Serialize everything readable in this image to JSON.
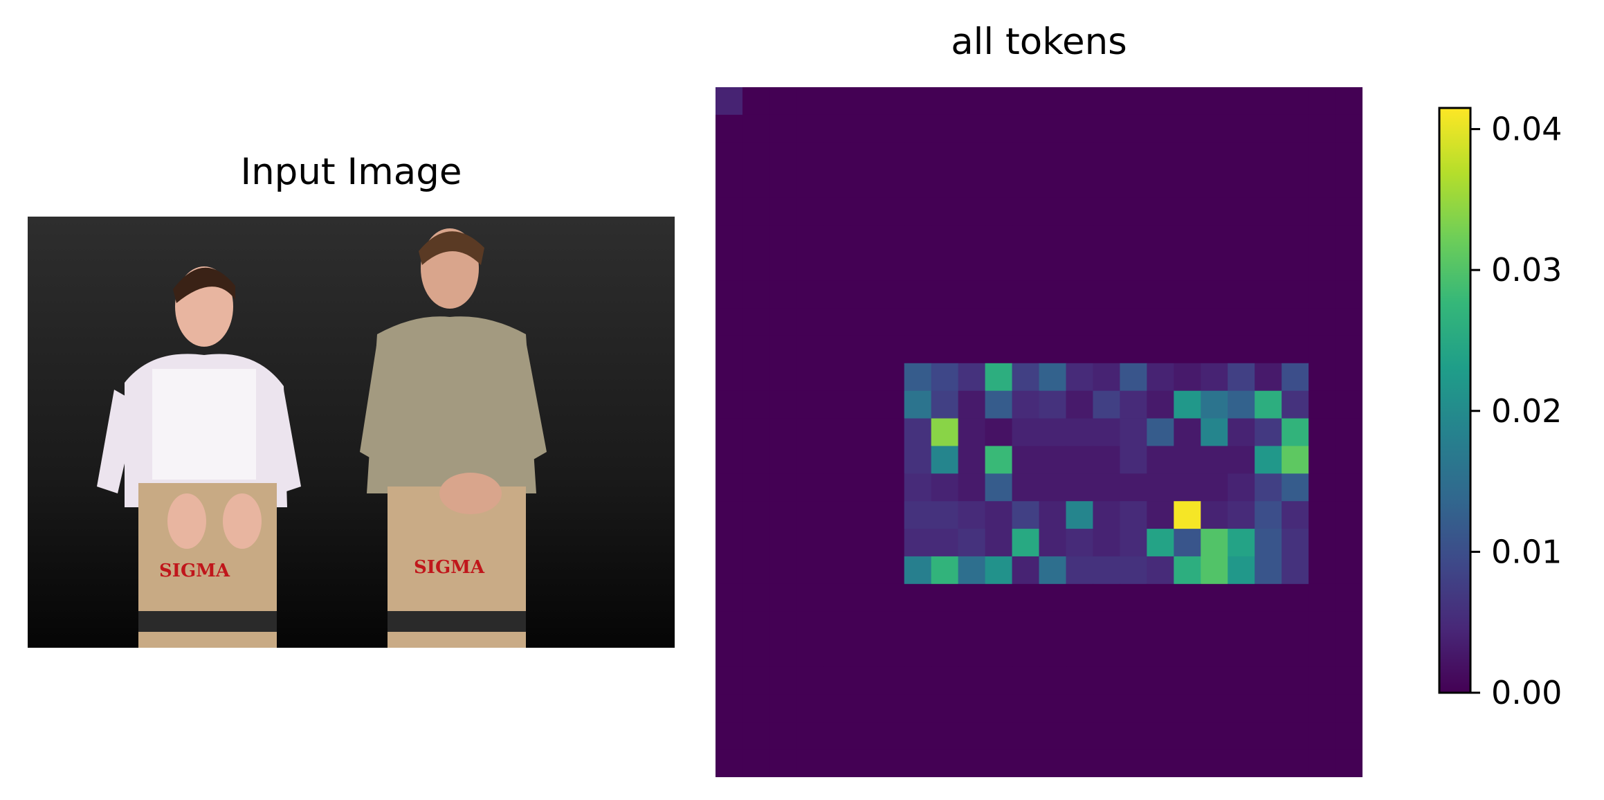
{
  "panels": {
    "left_title": "Input Image",
    "right_title": "all tokens"
  },
  "photo": {
    "box_label_left": "SIGMA",
    "box_label_right": "SIGMA"
  },
  "colors": {
    "viridis": [
      "#440154",
      "#482878",
      "#3e4989",
      "#31688e",
      "#26828e",
      "#1f9e89",
      "#35b779",
      "#6ece58",
      "#b5de2b",
      "#fde725"
    ],
    "background": "#ffffff"
  },
  "chart_data": {
    "type": "heatmap",
    "title": "all tokens",
    "grid": {
      "rows": 25,
      "cols": 24
    },
    "colormap": "viridis",
    "vmin": 0,
    "vmax": 0.0415,
    "colorbar_ticks": [
      "0.00",
      "0.01",
      "0.02",
      "0.03",
      "0.04"
    ],
    "colorbar_tick_values": [
      0,
      0.01,
      0.02,
      0.03,
      0.04
    ],
    "default_value": 0,
    "cells": [
      {
        "row": 0,
        "col": 0,
        "value": 0.004
      }
    ],
    "block": {
      "row_start": 10,
      "col_start": 7,
      "values": [
        [
          0.012,
          0.009,
          0.006,
          0.026,
          0.008,
          0.013,
          0.005,
          0.004,
          0.011,
          0.004,
          0.003,
          0.004,
          0.008,
          0.003,
          0.01
        ],
        [
          0.016,
          0.008,
          0.003,
          0.012,
          0.005,
          0.006,
          0.003,
          0.008,
          0.005,
          0.003,
          0.022,
          0.016,
          0.013,
          0.026,
          0.006
        ],
        [
          0.006,
          0.034,
          0.003,
          0.002,
          0.004,
          0.004,
          0.004,
          0.004,
          0.005,
          0.012,
          0.003,
          0.019,
          0.004,
          0.007,
          0.027
        ],
        [
          0.006,
          0.019,
          0.003,
          0.028,
          0.003,
          0.003,
          0.003,
          0.003,
          0.005,
          0.003,
          0.003,
          0.003,
          0.003,
          0.022,
          0.031
        ],
        [
          0.005,
          0.004,
          0.003,
          0.012,
          0.003,
          0.003,
          0.003,
          0.003,
          0.003,
          0.003,
          0.003,
          0.003,
          0.004,
          0.008,
          0.012
        ],
        [
          0.006,
          0.006,
          0.005,
          0.004,
          0.008,
          0.004,
          0.019,
          0.004,
          0.005,
          0.003,
          0.041,
          0.004,
          0.005,
          0.01,
          0.005
        ],
        [
          0.005,
          0.005,
          0.006,
          0.004,
          0.025,
          0.004,
          0.005,
          0.004,
          0.005,
          0.024,
          0.011,
          0.03,
          0.024,
          0.011,
          0.006
        ],
        [
          0.018,
          0.027,
          0.015,
          0.021,
          0.004,
          0.015,
          0.006,
          0.006,
          0.006,
          0.005,
          0.026,
          0.03,
          0.022,
          0.011,
          0.006
        ]
      ]
    }
  }
}
